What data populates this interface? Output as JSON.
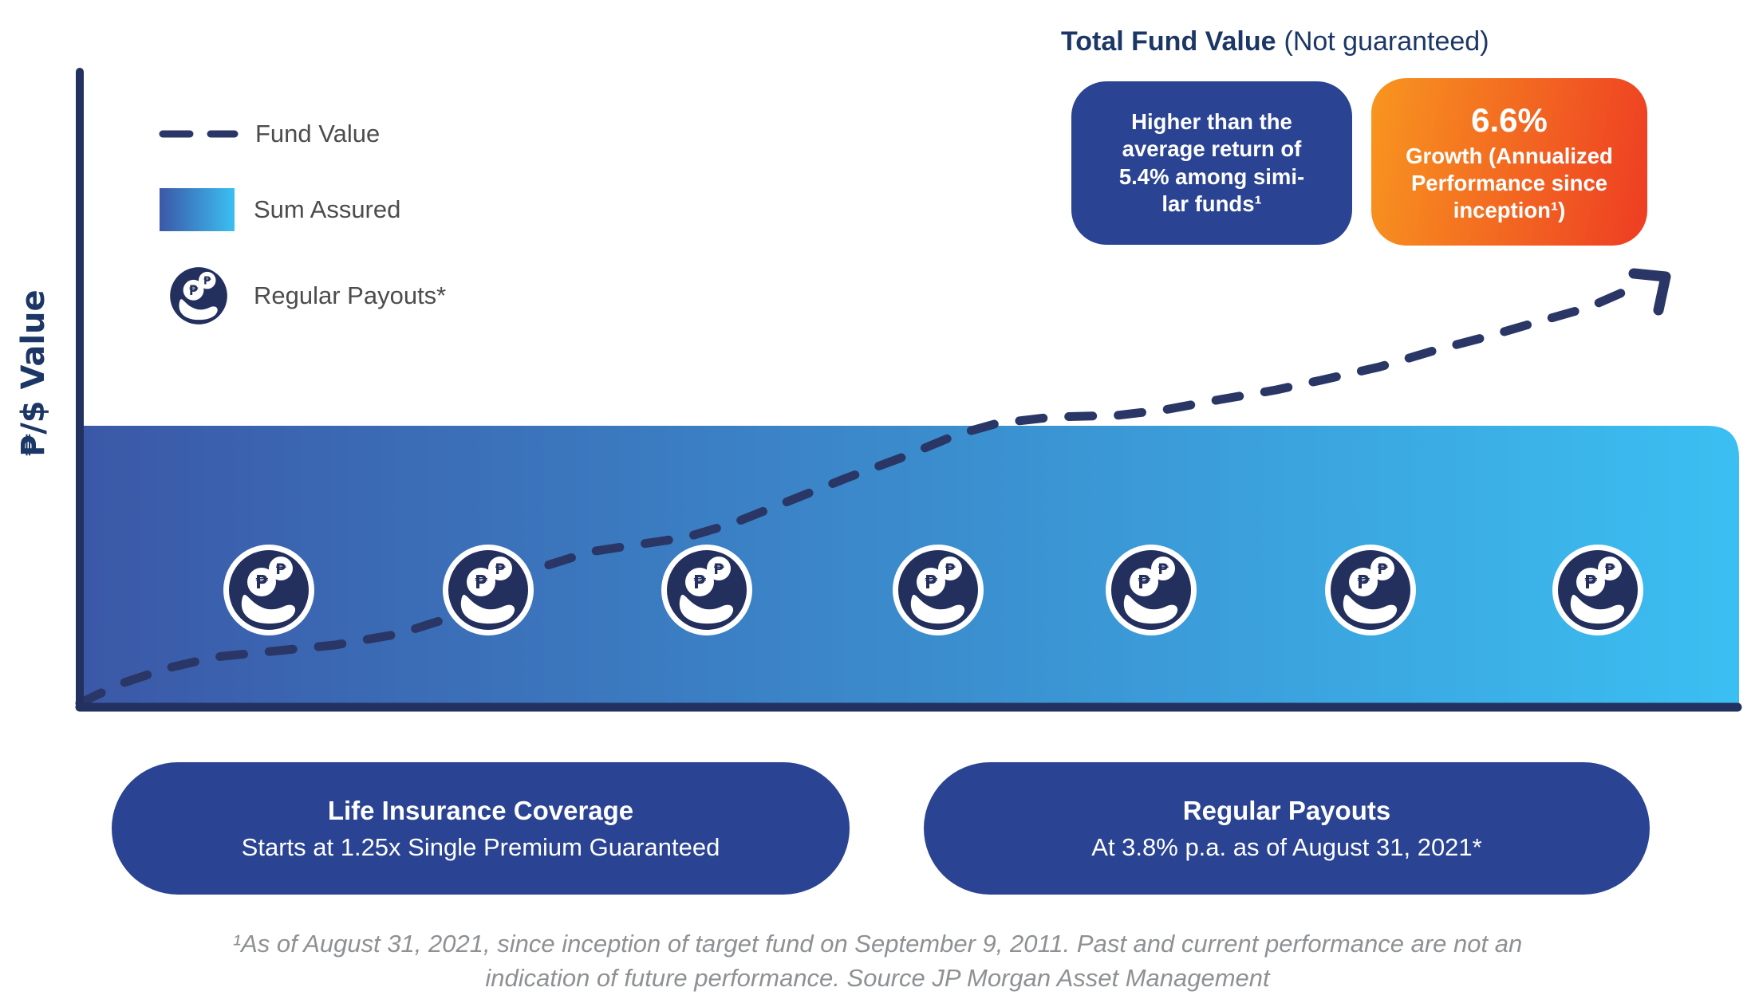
{
  "title": {
    "main": "Total Fund Value",
    "suffix": "(Not guaranteed)"
  },
  "y_axis_label": "₱/$ Value",
  "legend": {
    "items": [
      {
        "label": "Fund Value"
      },
      {
        "label": "Sum Assured"
      },
      {
        "label": "Regular Payouts*"
      }
    ]
  },
  "highlight_blue": {
    "lines": [
      "Higher than the",
      "average return of",
      "5.4% among simi-",
      "lar funds¹"
    ]
  },
  "highlight_orange": {
    "value": "6.6%",
    "lines": [
      "Growth (Annualized",
      "Performance since",
      "inception¹)"
    ]
  },
  "pills": [
    {
      "title": "Life Insurance Coverage",
      "subtitle": "Starts at 1.25x Single Premium Guaranteed"
    },
    {
      "title": "Regular Payouts",
      "subtitle": "At 3.8% p.a. as of August 31, 2021*"
    }
  ],
  "footnote": {
    "lines": [
      "¹As of August 31, 2021, since inception of target fund on September 9, 2011. Past and current performance are not an",
      "indication of future performance. Source JP Morgan Asset Management"
    ]
  },
  "icons": {
    "peso_glyph": "₱"
  },
  "colors": {
    "navy_title": "#1C3766",
    "navy_line": "#2A3766",
    "navy_axis": "#233160",
    "coin_navy": "#232F5D",
    "box_blue": "#2A4392",
    "band_left": "#3B58A7",
    "band_right": "#3BBFF2",
    "orange_from": "#F8961F",
    "orange_to": "#EE4123",
    "legend_text": "#4C4C4E",
    "footnote_gray": "#8E9194"
  },
  "chart_data": {
    "type": "line",
    "title": "Total Fund Value (Not guaranteed)",
    "xlabel": "",
    "ylabel": "₱/$ Value",
    "axes_numeric": false,
    "note": "Conceptual illustration; coordinates are canvas pixels of the 2200x1263 image, y axis inverted",
    "band": {
      "name": "Sum Assured",
      "x1": 104,
      "y1": 534,
      "x2": 2180,
      "y2": 886,
      "corner_radius": 40
    },
    "series": [
      {
        "name": "Fund Value",
        "style": "dashed",
        "points": [
          [
            100,
            882
          ],
          [
            150,
            858
          ],
          [
            210,
            838
          ],
          [
            270,
            824
          ],
          [
            340,
            817
          ],
          [
            420,
            809
          ],
          [
            500,
            795
          ],
          [
            560,
            776
          ],
          [
            620,
            746
          ],
          [
            680,
            711
          ],
          [
            740,
            692
          ],
          [
            800,
            683
          ],
          [
            860,
            674
          ],
          [
            920,
            656
          ],
          [
            990,
            628
          ],
          [
            1060,
            600
          ],
          [
            1130,
            574
          ],
          [
            1200,
            545
          ],
          [
            1250,
            531
          ],
          [
            1320,
            523
          ],
          [
            1400,
            521
          ],
          [
            1460,
            514
          ],
          [
            1530,
            501
          ],
          [
            1600,
            489
          ],
          [
            1660,
            476
          ],
          [
            1730,
            460
          ],
          [
            1800,
            439
          ],
          [
            1865,
            422
          ],
          [
            1930,
            403
          ],
          [
            1990,
            386
          ],
          [
            2045,
            362
          ]
        ]
      }
    ],
    "arrowhead": [
      [
        2048,
        343
      ],
      [
        2088,
        347
      ],
      [
        2079,
        389
      ]
    ],
    "payout_icons": {
      "name": "Regular Payouts",
      "y": 740,
      "x": [
        337,
        612,
        886,
        1176,
        1443,
        1718,
        2003
      ]
    }
  }
}
